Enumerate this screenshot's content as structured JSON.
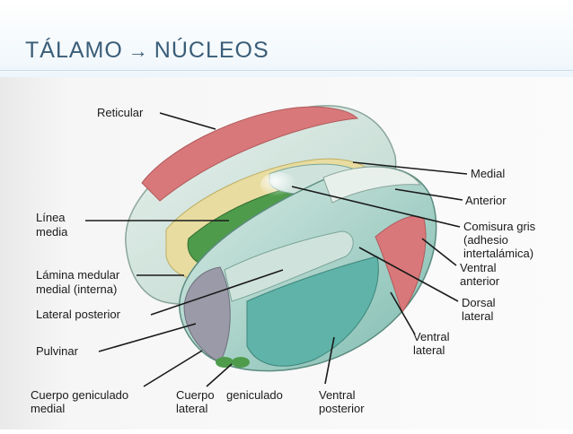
{
  "slide": {
    "title_left": "TÁLAMO",
    "title_arrow": "→",
    "title_right": "NÚCLEOS"
  },
  "labels": {
    "reticular": "Reticular",
    "medial": "Medial",
    "anterior": "Anterior",
    "comisura_1": "Comisura gris",
    "comisura_2": "(adhesio",
    "comisura_3": "intertalámica)",
    "linea_1": "Línea",
    "linea_2": "media",
    "lamina_1": "Lámina medular",
    "lamina_2": "medial (interna)",
    "lateral_posterior": "Lateral posterior",
    "ventral_anterior_1": "Ventral",
    "ventral_anterior_2": "anterior",
    "dorsal_lateral_1": "Dorsal",
    "dorsal_lateral_2": "lateral",
    "ventral_lateral_1": "Ventral",
    "ventral_lateral_2": "lateral",
    "pulvinar": "Pulvinar",
    "cgm_1": "Cuerpo geniculado",
    "cgm_2": "medial",
    "cgl_1": "Cuerpo",
    "cgl_2": "geniculado",
    "cgl_3": "lateral",
    "vp_1": "Ventral",
    "vp_2": "posterior"
  },
  "colors": {
    "reticular": "#d9787a",
    "teal": "#5fb3a8",
    "light_teal": "#cfe3dc",
    "green": "#4f9b4c",
    "yellow": "#e8dca0",
    "title": "#3a5d78"
  }
}
